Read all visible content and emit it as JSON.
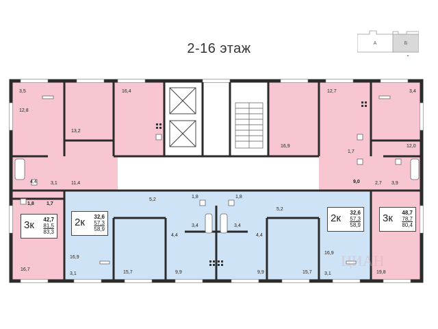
{
  "floor_title": "2-16 этаж",
  "section_selector": {
    "sections": [
      "А",
      "Б"
    ],
    "active": "Б",
    "marker_color": "#e02020"
  },
  "colors": {
    "pink": "#f7c6d0",
    "blue": "#cfe3f7",
    "wall": "#2b2b2b",
    "glass": "#ffffff"
  },
  "room_areas": {
    "r1": "3,5",
    "r2": "12,8",
    "r3": "13,2",
    "r4": "16,4",
    "r5": "4,4",
    "r6": "3,1",
    "r7": "11,4",
    "r8": "1,8",
    "r9": "1,7",
    "r10": "16,7",
    "r11": "5,2",
    "r12": "1,8",
    "r13": "1,8",
    "r14": "3,4",
    "r15": "3,4",
    "r16": "4,4",
    "r17": "4,4",
    "r18": "16,9",
    "r19": "3,1",
    "r20": "15,7",
    "r21": "9,9",
    "r22": "9,9",
    "r23": "5,2",
    "r24": "15,7",
    "r25": "16,9",
    "r26": "3,1",
    "r27": "16,9",
    "r28": "12,7",
    "r29": "3,4",
    "r30": "1,7",
    "r31": "12,0",
    "r32": "9,0",
    "r33": "2,7",
    "r34": "3,9",
    "r35": "19,8"
  },
  "apartments": {
    "a1": {
      "rooms": "3к",
      "living": "42,7",
      "total_no_balcony": "81,5",
      "total": "83,3"
    },
    "a2": {
      "rooms": "2к",
      "living": "32,6",
      "total_no_balcony": "57,3",
      "total": "58,9"
    },
    "a3": {
      "rooms": "2к",
      "living": "32,6",
      "total_no_balcony": "57,3",
      "total": "58,9"
    },
    "a4": {
      "rooms": "3к",
      "living": "48,7",
      "total_no_balcony": "78,7",
      "total": "80,4"
    }
  },
  "watermark": "ЦИАН"
}
